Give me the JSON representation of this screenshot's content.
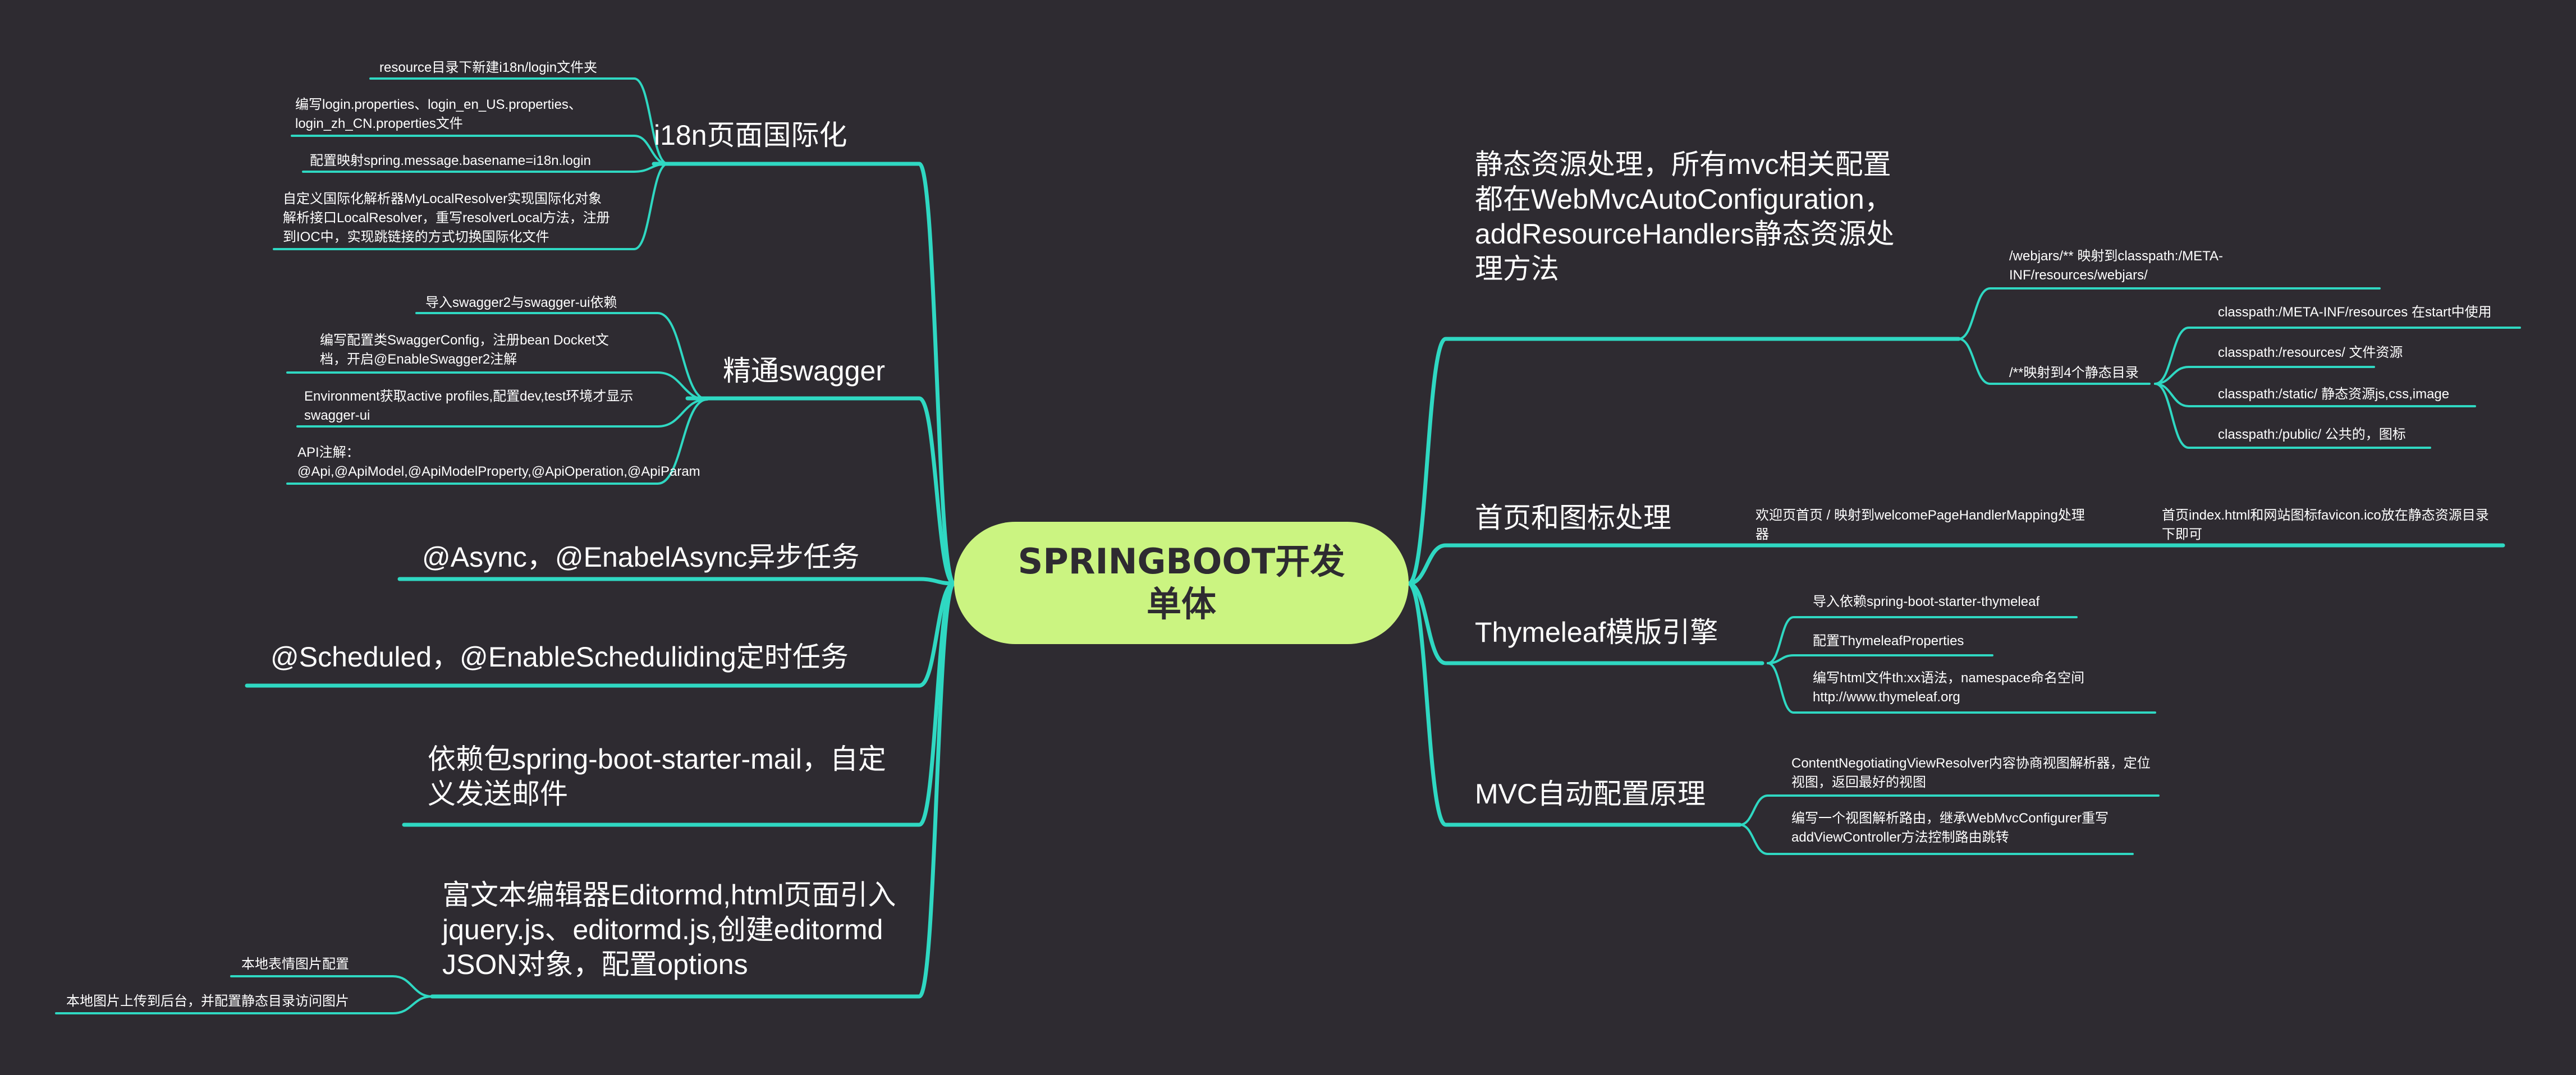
{
  "root": {
    "label": "SPRINGBOOT开发单体"
  },
  "colors": {
    "background": "#2e2b31",
    "line": "#2fd8c2",
    "root_fill": "#cbf481",
    "root_text": "#2e2b31",
    "text": "#ffffff"
  },
  "left": {
    "i18n": {
      "title": "i18n页面国际化",
      "items": [
        "resource目录下新建i18n/login文件夹",
        "编写login.properties、login_en_US.properties、login_zh_CN.properties文件",
        "配置映射spring.message.basename=i18n.login",
        "自定义国际化解析器MyLocalResolver实现国际化对象解析接口LocalResolver，重写resolverLocal方法，注册到IOC中，实现跳链接的方式切换国际化文件"
      ]
    },
    "swagger": {
      "title": "精通swagger",
      "items": [
        "导入swagger2与swagger-ui依赖",
        "编写配置类SwaggerConfig，注册bean Docket文档，开启@EnableSwagger2注解",
        "Environment获取active profiles,配置dev,test环境才显示swagger-ui",
        "API注解：@Api,@ApiModel,@ApiModelProperty,@ApiOperation,@ApiParam"
      ]
    },
    "async": {
      "title": "@Async，@EnabelAsync异步任务"
    },
    "scheduled": {
      "title": "@Scheduled，@EnableScheduliding定时任务"
    },
    "mail": {
      "title": "依赖包spring-boot-starter-mail，自定义发送邮件"
    },
    "editor": {
      "title": "富文本编辑器Editormd,html页面引入jquery.js、editormd.js,创建editormd JSON对象，配置options",
      "items": [
        "本地表情图片配置",
        "本地图片上传到后台，并配置静态目录访问图片"
      ]
    }
  },
  "right": {
    "static": {
      "title": "静态资源处理，所有mvc相关配置都在WebMvcAutoConfiguration，addResourceHandlers静态资源处理方法",
      "webjars": "/webjars/** 映射到classpath:/META-INF/resources/webjars/",
      "dirs": {
        "title": "/**映射到4个静态目录",
        "items": [
          "classpath:/META-INF/resources 在start中使用",
          "classpath:/resources/ 文件资源",
          "classpath:/static/ 静态资源js,css,image",
          "classpath:/public/ 公共的，图标"
        ]
      }
    },
    "home": {
      "title": "首页和图标处理",
      "mapping": "欢迎页首页 / 映射到welcomePageHandlerMapping处理器",
      "index": "首页index.html和网站图标favicon.ico放在静态资源目录下即可"
    },
    "thymeleaf": {
      "title": "Thymeleaf模版引擎",
      "items": [
        "导入依赖spring-boot-starter-thymeleaf",
        "配置ThymeleafProperties",
        "编写html文件th:xx语法，namespace命名空间http://www.thymeleaf.org"
      ]
    },
    "mvc": {
      "title": "MVC自动配置原理",
      "items": [
        "ContentNegotiatingViewResolver内容协商视图解析器，定位视图，返回最好的视图",
        "编写一个视图解析路由，继承WebMvcConfigurer重写addViewController方法控制路由跳转"
      ]
    }
  }
}
